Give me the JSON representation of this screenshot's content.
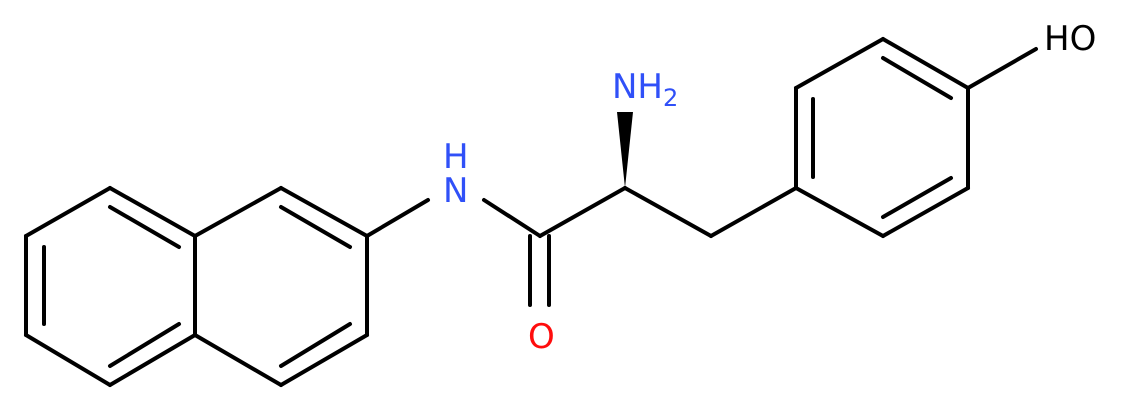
{
  "molecule": {
    "atoms": {
      "hydroxyl": {
        "label": "HO",
        "color": "#000000"
      },
      "amine": {
        "label": "NH",
        "subscript": "2",
        "color": "#3050F8"
      },
      "amide_nitrogen": {
        "label": "N",
        "color": "#3050F8"
      },
      "amide_hydrogen": {
        "label": "H",
        "color": "#3050F8"
      },
      "carbonyl_oxygen": {
        "label": "O",
        "color": "#FF0D0D"
      }
    },
    "bond_color": "#000000"
  }
}
